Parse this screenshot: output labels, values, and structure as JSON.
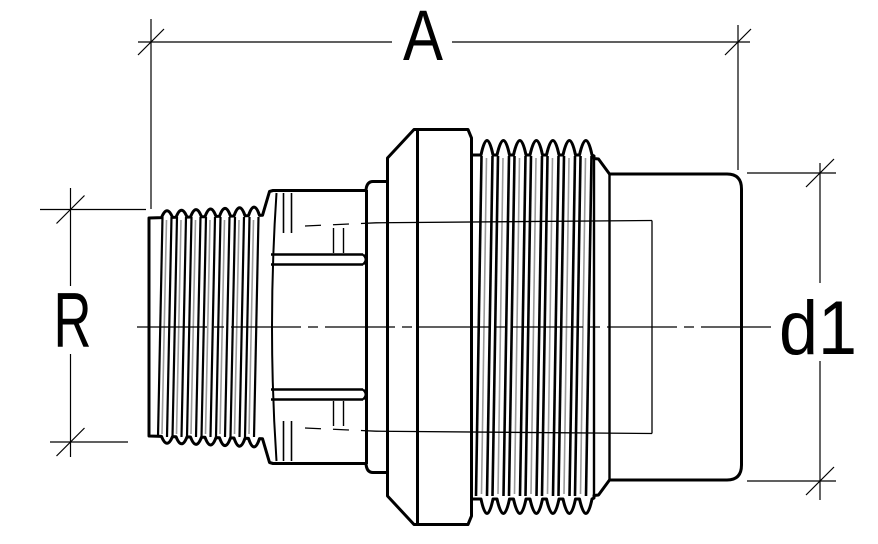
{
  "drawing": {
    "background_color": "#ffffff",
    "line_color": "#000000",
    "thread_shading_color": "#9a9a9a",
    "dimensions": {
      "overall_length": {
        "label": "A"
      },
      "thread_size": {
        "label": "R"
      },
      "socket_diameter": {
        "label": "d1"
      }
    }
  }
}
